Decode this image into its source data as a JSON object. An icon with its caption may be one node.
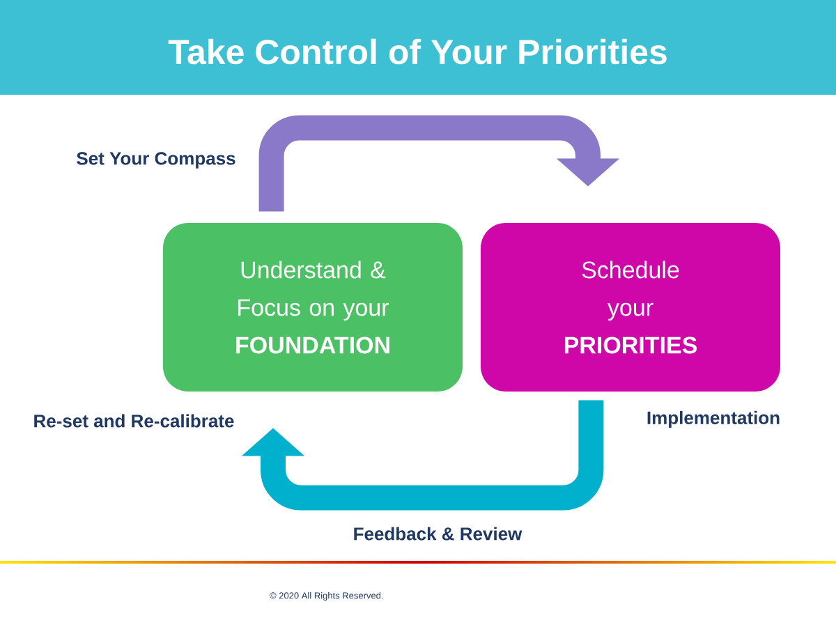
{
  "diagram": {
    "title": "Take Control of Your Priorities",
    "nodes": [
      {
        "text": [
          "Understand & Focus on your **FOUNDATION**"
        ]
      },
      {
        "text": [
          "Schedule your **PRIORITIES**"
        ]
      }
    ],
    "edges": [
      {
        "from": 0,
        "to": 1,
        "arrow": "to",
        "color": "#8a78c8"
      },
      {
        "from": 1,
        "to": 0,
        "arrow": "to",
        "color": "#00b0cc"
      }
    ],
    "labels": [
      "Set Your Compass",
      "Re-set and Re-calibrate",
      "Implementation",
      "Feedback & Review",
      "© 2020 All Rights Reserved."
    ]
  }
}
